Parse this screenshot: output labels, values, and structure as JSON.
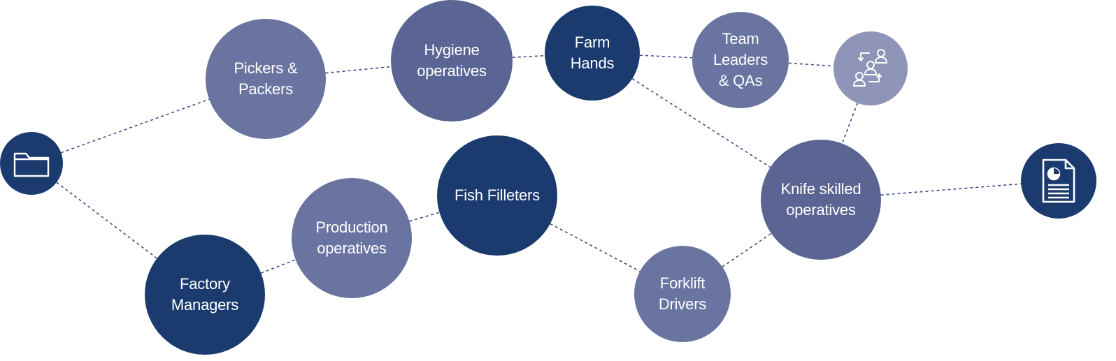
{
  "colors": {
    "dark": "#1b3b6e",
    "mid": "#5a6593",
    "light": "#6a74a0",
    "pale": "#8f94b9",
    "line": "#3a4f85"
  },
  "nodes": [
    {
      "id": "folder",
      "kind": "icon",
      "icon": "folder-icon",
      "color": "dark"
    },
    {
      "id": "pickers-packers",
      "kind": "text",
      "lines": [
        "Pickers &",
        "Packers"
      ],
      "color": "light"
    },
    {
      "id": "hygiene-operatives",
      "kind": "text",
      "lines": [
        "Hygiene",
        "operatives"
      ],
      "color": "mid"
    },
    {
      "id": "farm-hands",
      "kind": "text",
      "lines": [
        "Farm",
        "Hands"
      ],
      "color": "dark"
    },
    {
      "id": "team-leaders-qas",
      "kind": "text",
      "lines": [
        "Team",
        "Leaders",
        "& QAs"
      ],
      "color": "light"
    },
    {
      "id": "people-exchange",
      "kind": "icon",
      "icon": "people-exchange-icon",
      "color": "pale"
    },
    {
      "id": "fish-filleters",
      "kind": "text",
      "lines": [
        "Fish Filleters"
      ],
      "color": "dark"
    },
    {
      "id": "production-operatives",
      "kind": "text",
      "lines": [
        "Production",
        "operatives"
      ],
      "color": "light"
    },
    {
      "id": "factory-managers",
      "kind": "text",
      "lines": [
        "Factory",
        "Managers"
      ],
      "color": "dark"
    },
    {
      "id": "knife-skilled-operatives",
      "kind": "text",
      "lines": [
        "Knife skilled",
        "operatives"
      ],
      "color": "mid"
    },
    {
      "id": "forklift-drivers",
      "kind": "text",
      "lines": [
        "Forklift",
        "Drivers"
      ],
      "color": "light"
    },
    {
      "id": "report",
      "kind": "icon",
      "icon": "report-document-icon",
      "color": "dark"
    }
  ],
  "links": [
    [
      "folder",
      "pickers-packers"
    ],
    [
      "folder",
      "factory-managers"
    ],
    [
      "pickers-packers",
      "hygiene-operatives"
    ],
    [
      "hygiene-operatives",
      "farm-hands"
    ],
    [
      "farm-hands",
      "team-leaders-qas"
    ],
    [
      "team-leaders-qas",
      "people-exchange"
    ],
    [
      "farm-hands",
      "knife-skilled-operatives"
    ],
    [
      "people-exchange",
      "knife-skilled-operatives"
    ],
    [
      "knife-skilled-operatives",
      "report"
    ],
    [
      "factory-managers",
      "production-operatives"
    ],
    [
      "production-operatives",
      "fish-filleters"
    ],
    [
      "fish-filleters",
      "forklift-drivers"
    ],
    [
      "forklift-drivers",
      "knife-skilled-operatives"
    ]
  ]
}
